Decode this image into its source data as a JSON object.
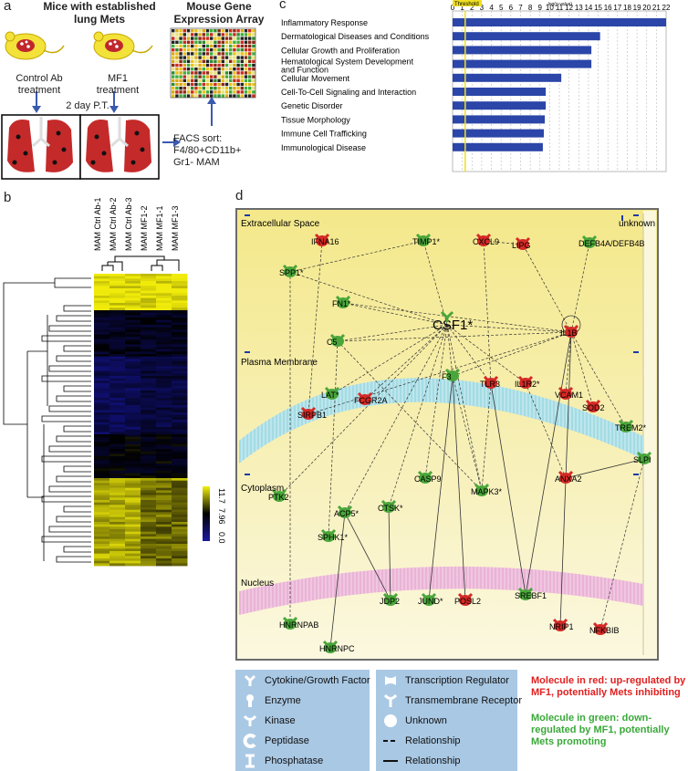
{
  "panels": {
    "a": "a",
    "b": "b",
    "c": "c",
    "d": "d"
  },
  "panel_a": {
    "title_line1": "Mice with established",
    "title_line2": "lung Mets",
    "array_line1": "Mouse Gene",
    "array_line2": "Expression Array",
    "control_line1": "Control Ab",
    "control_line2": "treatment",
    "mf1_line1": "MF1",
    "mf1_line2": "treatment",
    "pt": "2 day P.T.",
    "facs_line1": "FACS sort:",
    "facs_line2": "F4/80+CD11b+",
    "facs_line3": "Gr1- MAM"
  },
  "panel_b": {
    "columns": [
      "MAM Ctrl Ab-1",
      "MAM Ctrl Ab-2",
      "MAM Ctrl Ab-3",
      "MAM MF1-2",
      "MAM MF1-1",
      "MAM MF1-3"
    ],
    "colorbar_ticks": [
      "11.7",
      "7.96",
      "0.0"
    ],
    "colorbar_colors": [
      "#f4f10a",
      "#000000",
      "#1a1aa0"
    ]
  },
  "chart_data": {
    "type": "bar",
    "orientation": "horizontal",
    "threshold_label": "Threshold",
    "xlabel": "-log(p-value)",
    "xticks": [
      "0",
      "1",
      "2",
      "3",
      "4",
      "5",
      "6",
      "7",
      "8",
      "9",
      "10",
      "11",
      "12",
      "13",
      "14",
      "15",
      "16",
      "17",
      "18",
      "19",
      "20",
      "21",
      "22"
    ],
    "xlim": [
      0,
      22
    ],
    "threshold": 1.3,
    "categories": [
      "Inflammatory Response",
      "Dermatological Diseases and Conditions",
      "Cellular Growth and Proliferation",
      "Hematological System Development and Function",
      "Cellular Movement",
      "Cell-To-Cell Signaling and Interaction",
      "Genetic Disorder",
      "Tissue Morphology",
      "Immune Cell Trafficking",
      "Immunological Disease"
    ],
    "category_lines": [
      [
        "Inflammatory Response"
      ],
      [
        "Dermatological Diseases and Conditions"
      ],
      [
        "Cellular Growth and Proliferation"
      ],
      [
        "Hematological System Development",
        "and Function"
      ],
      [
        "Cellular Movement"
      ],
      [
        "Cell-To-Cell Signaling and Interaction"
      ],
      [
        "Genetic Disorder"
      ],
      [
        "Tissue Morphology"
      ],
      [
        "Immune Cell Trafficking"
      ],
      [
        "Immunological Disease"
      ]
    ],
    "values": [
      22,
      15.2,
      14.3,
      14.3,
      11.2,
      9.6,
      9.6,
      9.5,
      9.4,
      9.3
    ],
    "bar_color": "#2b46a8",
    "threshold_color": "#f0e020"
  },
  "panel_d": {
    "compartments": {
      "extracellular": "Extracellular Space",
      "plasma_membrane": "Plasma Membrane",
      "cytoplasm": "Cytoplasm",
      "nucleus": "Nucleus",
      "unknown": "unknown"
    },
    "center_node": "CSF1*",
    "nodes": [
      {
        "id": "IFNA16",
        "label": "IFNA16",
        "color": "red"
      },
      {
        "id": "TIMP1",
        "label": "TIMP1*",
        "color": "green"
      },
      {
        "id": "CXCL9",
        "label": "CXCL9",
        "color": "red"
      },
      {
        "id": "LIPG",
        "label": "LIPG",
        "color": "red"
      },
      {
        "id": "DEFB",
        "label": "DEFB4A/DEFB4B",
        "color": "green"
      },
      {
        "id": "SPP1",
        "label": "SPP1*",
        "color": "green"
      },
      {
        "id": "FN1",
        "label": "FN1*",
        "color": "green"
      },
      {
        "id": "IL1B",
        "label": "IL1B",
        "color": "red"
      },
      {
        "id": "C5",
        "label": "C5",
        "color": "green"
      },
      {
        "id": "LAT",
        "label": "LAT*",
        "color": "green"
      },
      {
        "id": "FCGR2A",
        "label": "FCGR2A",
        "color": "red"
      },
      {
        "id": "F3",
        "label": "F3",
        "color": "green"
      },
      {
        "id": "TLR3",
        "label": "TLR3",
        "color": "red"
      },
      {
        "id": "IL1R2",
        "label": "IL1R2*",
        "color": "red"
      },
      {
        "id": "VCAM1",
        "label": "VCAM1",
        "color": "red"
      },
      {
        "id": "SOD2",
        "label": "SOD2",
        "color": "red"
      },
      {
        "id": "TREM2",
        "label": "TREM2*",
        "color": "green"
      },
      {
        "id": "SIRPB1",
        "label": "SIRPB1",
        "color": "red"
      },
      {
        "id": "SLPI",
        "label": "SLPI",
        "color": "green"
      },
      {
        "id": "ANXA2",
        "label": "ANXA2",
        "color": "red"
      },
      {
        "id": "PTK2",
        "label": "PTK2",
        "color": "green"
      },
      {
        "id": "CASP9",
        "label": "CASP9",
        "color": "green"
      },
      {
        "id": "MAPK3",
        "label": "MAPK3*",
        "color": "green"
      },
      {
        "id": "ACP5",
        "label": "ACP5*",
        "color": "green"
      },
      {
        "id": "CTSK",
        "label": "CTSK*",
        "color": "green"
      },
      {
        "id": "SPHK1",
        "label": "SPHK1*",
        "color": "green"
      },
      {
        "id": "JDP2",
        "label": "JDP2",
        "color": "green"
      },
      {
        "id": "JUND",
        "label": "JUND*",
        "color": "green"
      },
      {
        "id": "POSL2",
        "label": "POSL2",
        "color": "red"
      },
      {
        "id": "SREBF1",
        "label": "SREBF1",
        "color": "green"
      },
      {
        "id": "NRIP1",
        "label": "NRIP1",
        "color": "red"
      },
      {
        "id": "NFKBIB",
        "label": "NFKBIB",
        "color": "red"
      },
      {
        "id": "HNRNPAB",
        "label": "HNRNPAB",
        "color": "green"
      },
      {
        "id": "HNRNPC",
        "label": "HNRNPC",
        "color": "green"
      }
    ],
    "colors": {
      "red": "#d42a26",
      "green": "#4aa63a"
    }
  },
  "legend": {
    "left": [
      "Cytokine/Growth Factor",
      "Enzyme",
      "Kinase",
      "Peptidase",
      "Phosphatase"
    ],
    "right": [
      "Transcription Regulator",
      "Transmembrane Receptor",
      "Unknown",
      "Relationship",
      "Relationship"
    ],
    "red_note_line1": "Molecule in red: up-regulated by",
    "red_note_line2": "MF1, potentially Mets inhibiting",
    "green_note_line1": "Molecule in green: down-",
    "green_note_line2": "regulated by MF1, potentially",
    "green_note_line3": "Mets promoting",
    "red_color": "#e02020",
    "green_color": "#3aa83a"
  }
}
